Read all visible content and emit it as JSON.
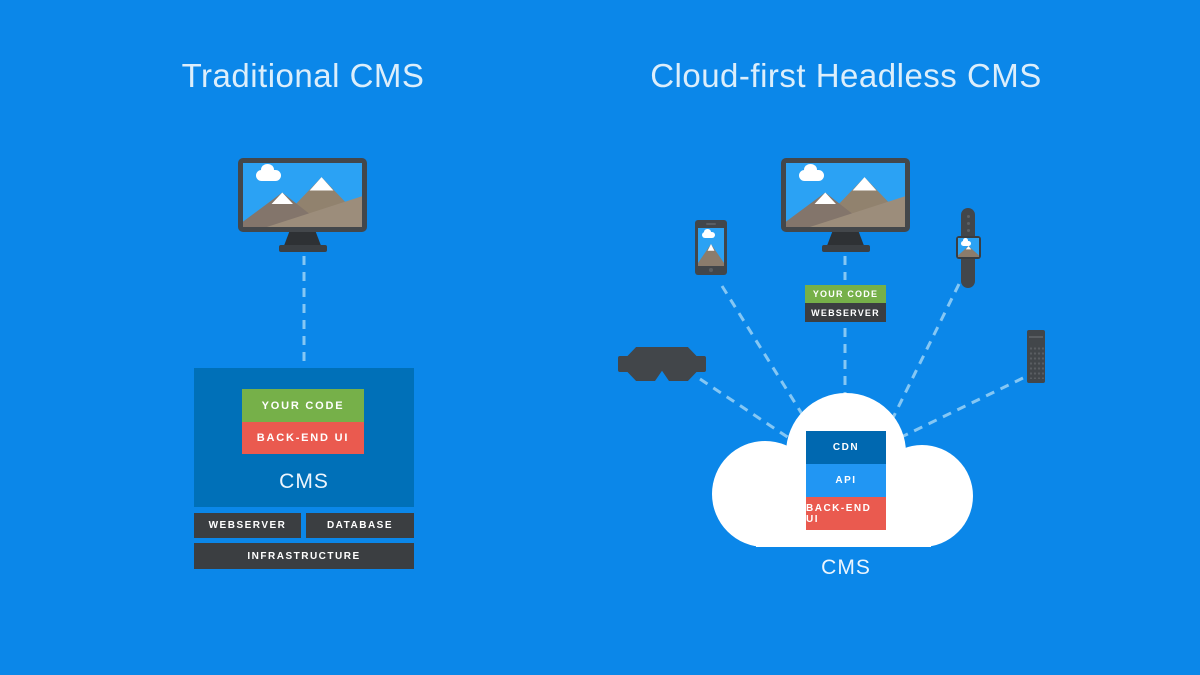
{
  "titles": {
    "left": "Traditional CMS",
    "right": "Cloud-first Headless CMS"
  },
  "left_panel": {
    "your_code": "YOUR CODE",
    "backend_ui": "BACK-END UI",
    "cms": "CMS",
    "webserver": "WEBSERVER",
    "database": "DATABASE",
    "infrastructure": "INFRASTRUCTURE"
  },
  "right_panel": {
    "your_code": "YOUR CODE",
    "webserver": "WEBSERVER",
    "cdn": "CDN",
    "api": "API",
    "backend_ui": "BACK-END UI",
    "cms": "CMS"
  },
  "icons": {
    "desktop-monitor-icon": "css-shape monitor with mountain wallpaper",
    "smartphone-icon": "css-shape phone with mountain wallpaper",
    "smartwatch-icon": "css-shape watch with mountain wallpaper",
    "vr-goggles-icon": "css-shape goggles",
    "remote-control-icon": "css-shape remote with button grid",
    "cloud-icon": "white svg cloud",
    "dashed-connector": "light blue dashed line"
  },
  "colors": {
    "background": "#0b87e9",
    "panel_blue": "#0070b8",
    "cdn_blue": "#0068b0",
    "api_blue": "#2196f3",
    "green": "#76b049",
    "red": "#ea5a4f",
    "dark_gray": "#3b3e41",
    "device_gray": "#42464a",
    "screen_sky": "#2ba2f4",
    "dash_blue": "#85c7f4",
    "cloud_white": "#ffffff",
    "title_text": "#dceefb"
  }
}
